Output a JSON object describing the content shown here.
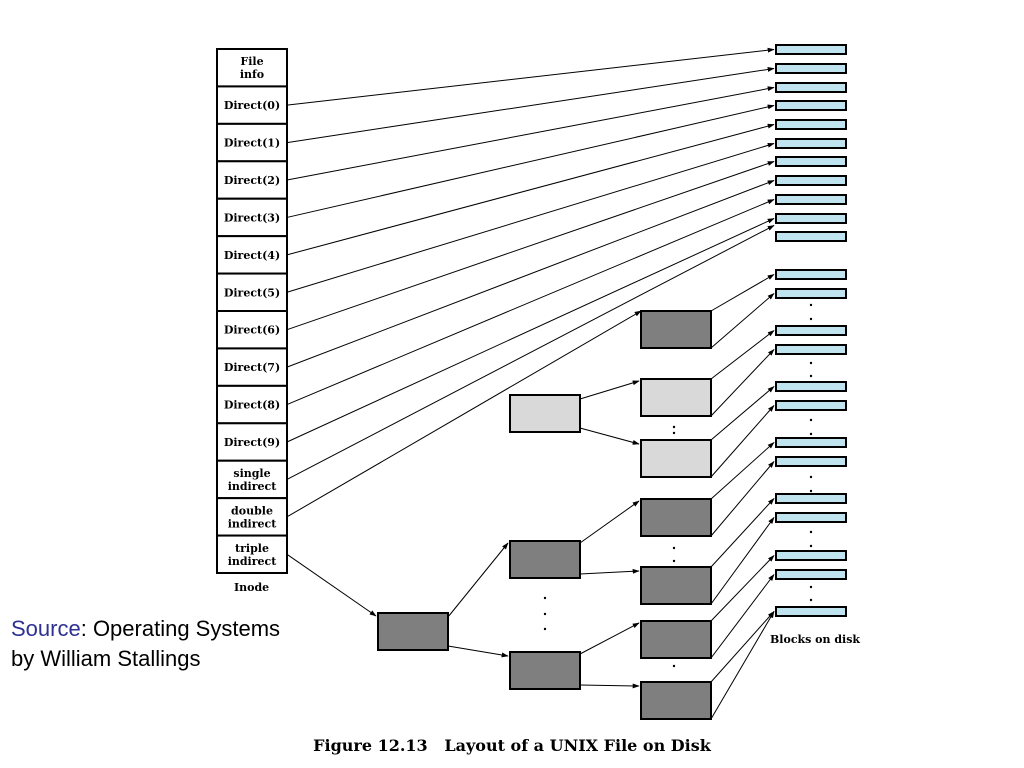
{
  "colors": {
    "disk_block_fill": "#bfe4ef",
    "indirect_block_fill": "#7f7f7f",
    "double_second_level_fill": "#d9d9d9",
    "line": "#000000",
    "source_accent": "#2e3192"
  },
  "inode": {
    "label": "Inode",
    "cells": [
      "File\ninfo",
      "Direct(0)",
      "Direct(1)",
      "Direct(2)",
      "Direct(3)",
      "Direct(4)",
      "Direct(5)",
      "Direct(6)",
      "Direct(7)",
      "Direct(8)",
      "Direct(9)",
      "single\nindirect",
      "double\nindirect",
      "triple\nindirect"
    ]
  },
  "blocks_label": "Blocks on disk",
  "caption": "Figure 12.13   Layout of a UNIX File on Disk",
  "source": {
    "word": "Source",
    "rest": ": Operating Systems",
    "line2": "by William Stallings"
  }
}
